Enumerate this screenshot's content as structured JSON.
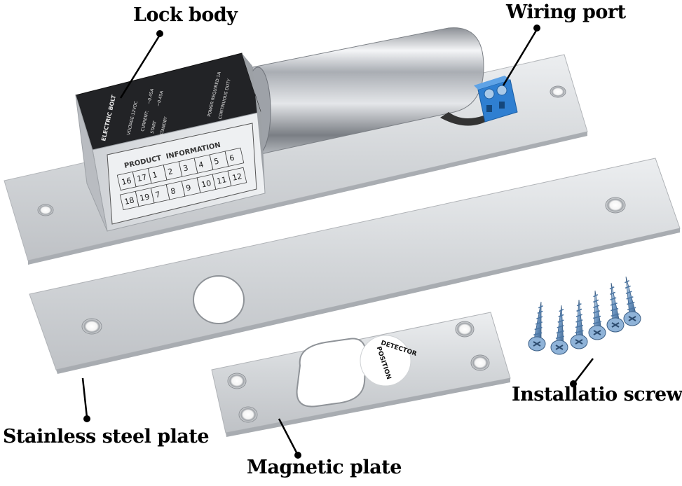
{
  "labels": {
    "lock_body": "Lock body",
    "wiring_port": "Wiring port",
    "stainless_plate": "Stainless steel plate",
    "magnetic_plate": "Magnetic plate",
    "screw": "Installatio screw"
  },
  "lock_face": {
    "title": "ELECTRIC BOLT",
    "voltage": "VOLTAGE:12VDC",
    "current": "CURRENT:",
    "start": "START",
    "start_val": "~0.45A",
    "standby": "STANDBY",
    "standby_val": "~0.45A",
    "power": "POWER REQUIRED:1A",
    "duty": "CONTINUOUS DUTY"
  },
  "product_info": {
    "title": "PRODUCT  INFORMATION",
    "row1": [
      "16",
      "17",
      "1",
      "2",
      "3",
      "4",
      "5",
      "6"
    ],
    "row2": [
      "18",
      "19",
      "7",
      "8",
      "9",
      "10",
      "11",
      "12"
    ]
  },
  "detector": {
    "word1": "DETECTOR",
    "word2": "POSITION"
  },
  "colors": {
    "plate": "#d6d8da",
    "chrome": "#c9ccd0",
    "terminal": "#2f7fd1",
    "screw": "#7fa6cf"
  }
}
